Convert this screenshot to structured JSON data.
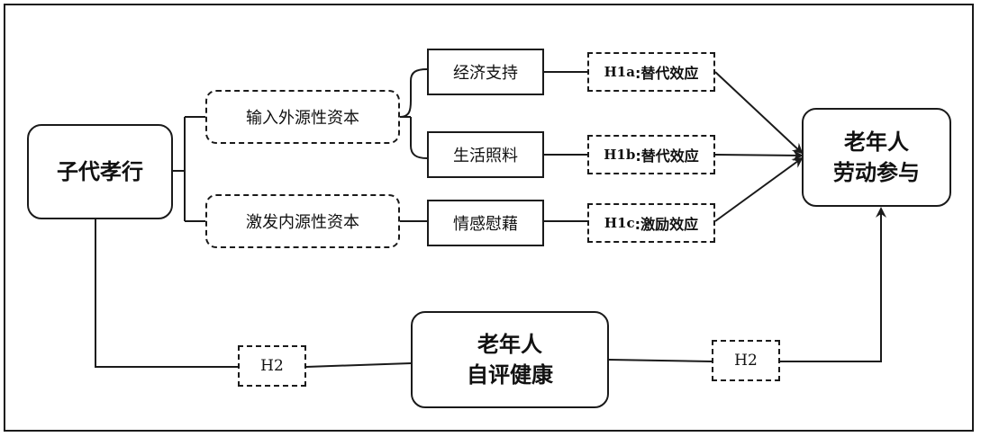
{
  "nodes": {
    "filial": "子代孝行",
    "input_external": "输入外源性资本",
    "stimulate_internal": "激发内源性资本",
    "economic_support": "经济支持",
    "life_care": "生活照料",
    "emotional_comfort": "情感慰藉",
    "labor_line1": "老年人",
    "labor_line2": "劳动参与",
    "health_line1": "老年人",
    "health_line2": "自评健康"
  },
  "hypotheses": {
    "h1a_code": "H1a",
    "h1a_text": ":替代效应",
    "h1b_code": "H1b",
    "h1b_text": ":替代效应",
    "h1c_code": "H1c",
    "h1c_text": ":激励效应",
    "h2_left": "H2",
    "h2_right": "H2"
  }
}
